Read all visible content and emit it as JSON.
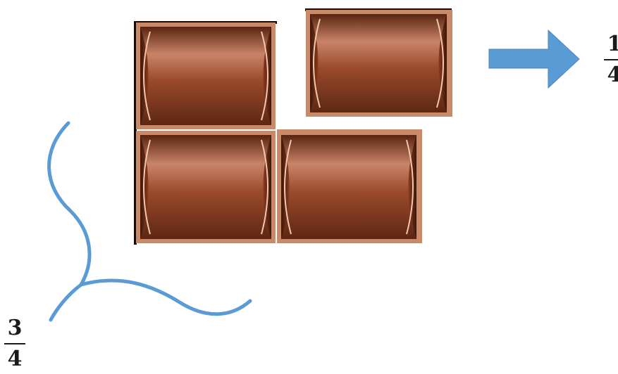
{
  "pieces": {
    "count": 4,
    "moved_count": 1,
    "remaining_count": 3,
    "colors": {
      "edge": "#c98a6a",
      "fill_dark": "#5a2410",
      "fill_mid": "#9a4a2b",
      "fill_light": "#c98468"
    }
  },
  "arrow": {
    "color": "#5b9bd5",
    "icon": "arrow-right-icon"
  },
  "brace": {
    "color": "#5b9bd5",
    "icon": "curly-brace-icon"
  },
  "fraction_moved": {
    "numerator": "1",
    "denominator": "4"
  },
  "fraction_remaining": {
    "numerator": "3",
    "denominator": "4"
  }
}
